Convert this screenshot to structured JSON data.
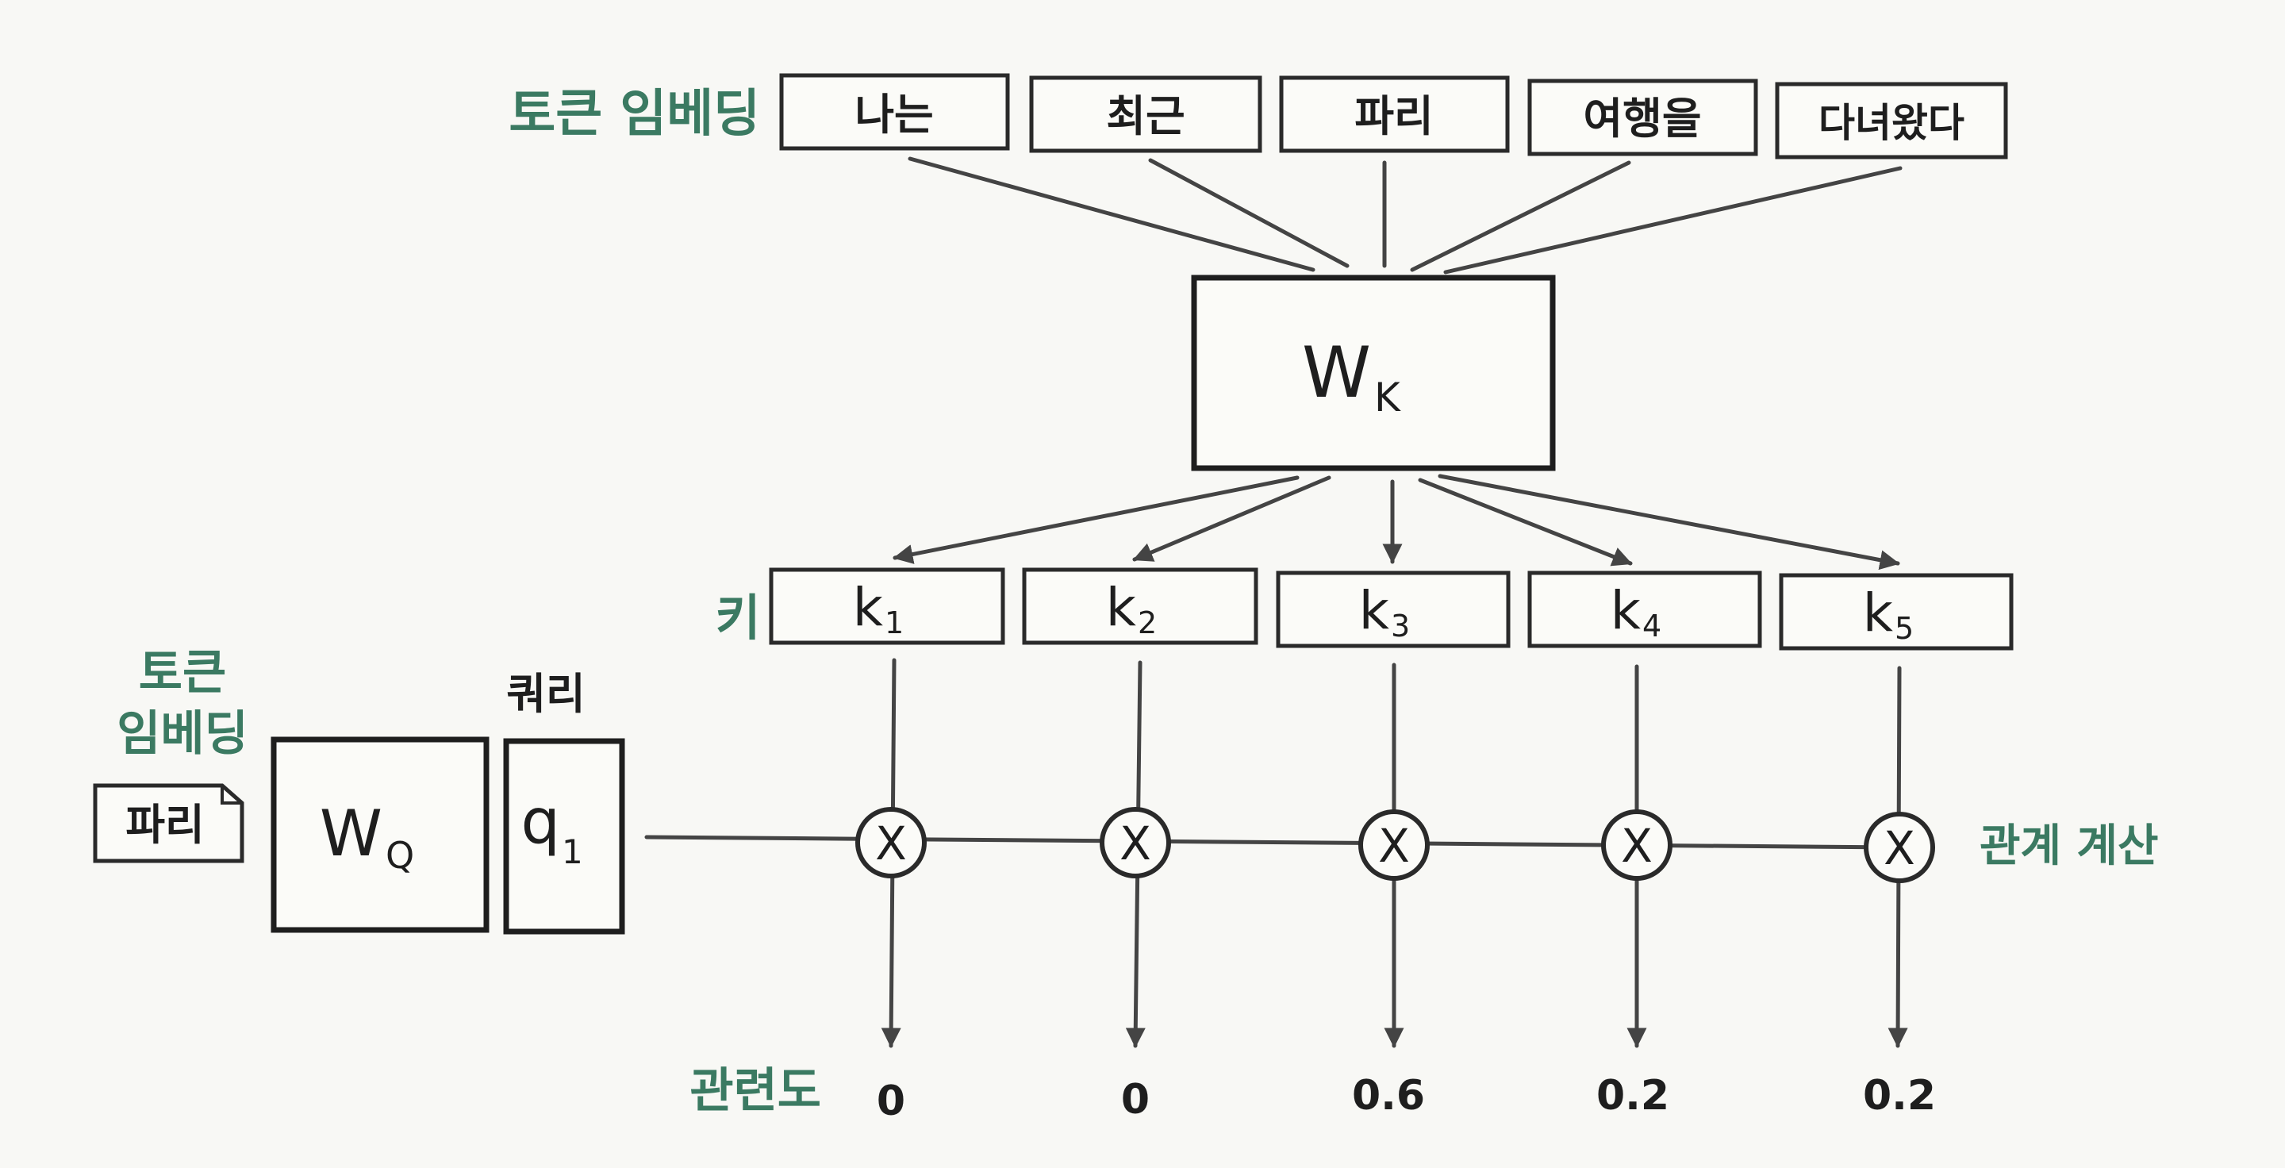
{
  "labels": {
    "token_embedding": "토큰 임베딩",
    "token_embedding_line1": "토큰",
    "token_embedding_line2": "임베딩",
    "key": "키",
    "query": "쿼리",
    "relation_calc": "관계 계산",
    "relevance": "관련도"
  },
  "tokens": [
    "나는",
    "최근",
    "파리",
    "여행을",
    "다녀왔다"
  ],
  "weights": {
    "wk_main": "W",
    "wk_sub": "K",
    "wq_main": "W",
    "wq_sub": "Q"
  },
  "query_token": "파리",
  "query_vector": {
    "main": "q",
    "sub": "1"
  },
  "keys": [
    {
      "main": "k",
      "sub": "1"
    },
    {
      "main": "k",
      "sub": "2"
    },
    {
      "main": "k",
      "sub": "3"
    },
    {
      "main": "k",
      "sub": "4"
    },
    {
      "main": "k",
      "sub": "5"
    }
  ],
  "multiply_symbol": "X",
  "relevance_scores": [
    "0",
    "0",
    "0.6",
    "0.2",
    "0.2"
  ],
  "colors": {
    "label_green": "#3b7a62",
    "stroke": "#2a2a2a",
    "background": "#f8f8f5"
  }
}
